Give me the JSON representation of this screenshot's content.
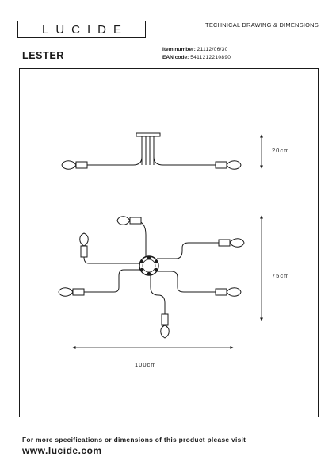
{
  "header": {
    "brand": "LUCIDE",
    "doc_type": "TECHNICAL DRAWING & DIMENSIONS"
  },
  "product": {
    "name": "LESTER",
    "item_label": "Item number:",
    "item_value": "21112/06/30",
    "ean_label": "EAN code:",
    "ean_value": "5411212210890"
  },
  "dimensions": {
    "height": "20cm",
    "depth": "75cm",
    "width": "100cm"
  },
  "footer": {
    "text": "For more specifications or dimensions of this product please visit",
    "url": "www.lucide.com"
  }
}
